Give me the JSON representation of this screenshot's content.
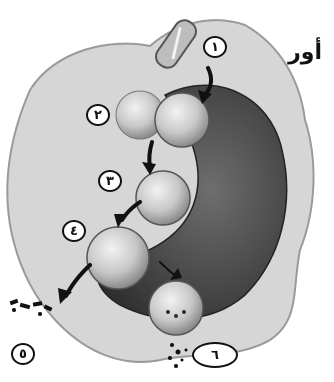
{
  "header_fragment": "أور",
  "labels": {
    "step1": "١",
    "step2": "٢",
    "step3": "٣",
    "step4": "٤",
    "step5": "٥",
    "step6": "٦"
  },
  "colors": {
    "cell_fill": "#d9d9d9",
    "nucleus_fill": "#4a4a4a",
    "vesicle_fill": "#c9c9c9",
    "outline": "#111111"
  }
}
